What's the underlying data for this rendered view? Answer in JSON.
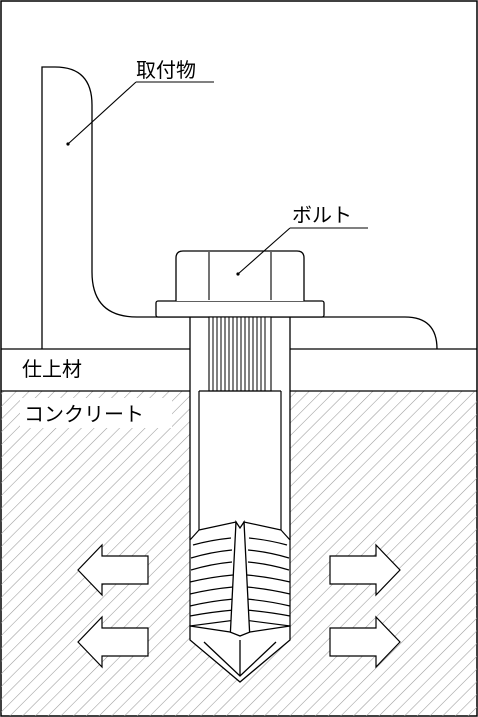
{
  "labels": {
    "attachment": "取付物",
    "bolt": "ボルト",
    "finish_material": "仕上材",
    "concrete": "コンクリート"
  },
  "colors": {
    "line": "#000000",
    "hatch": "#9a9a9a",
    "background": "#ffffff"
  }
}
